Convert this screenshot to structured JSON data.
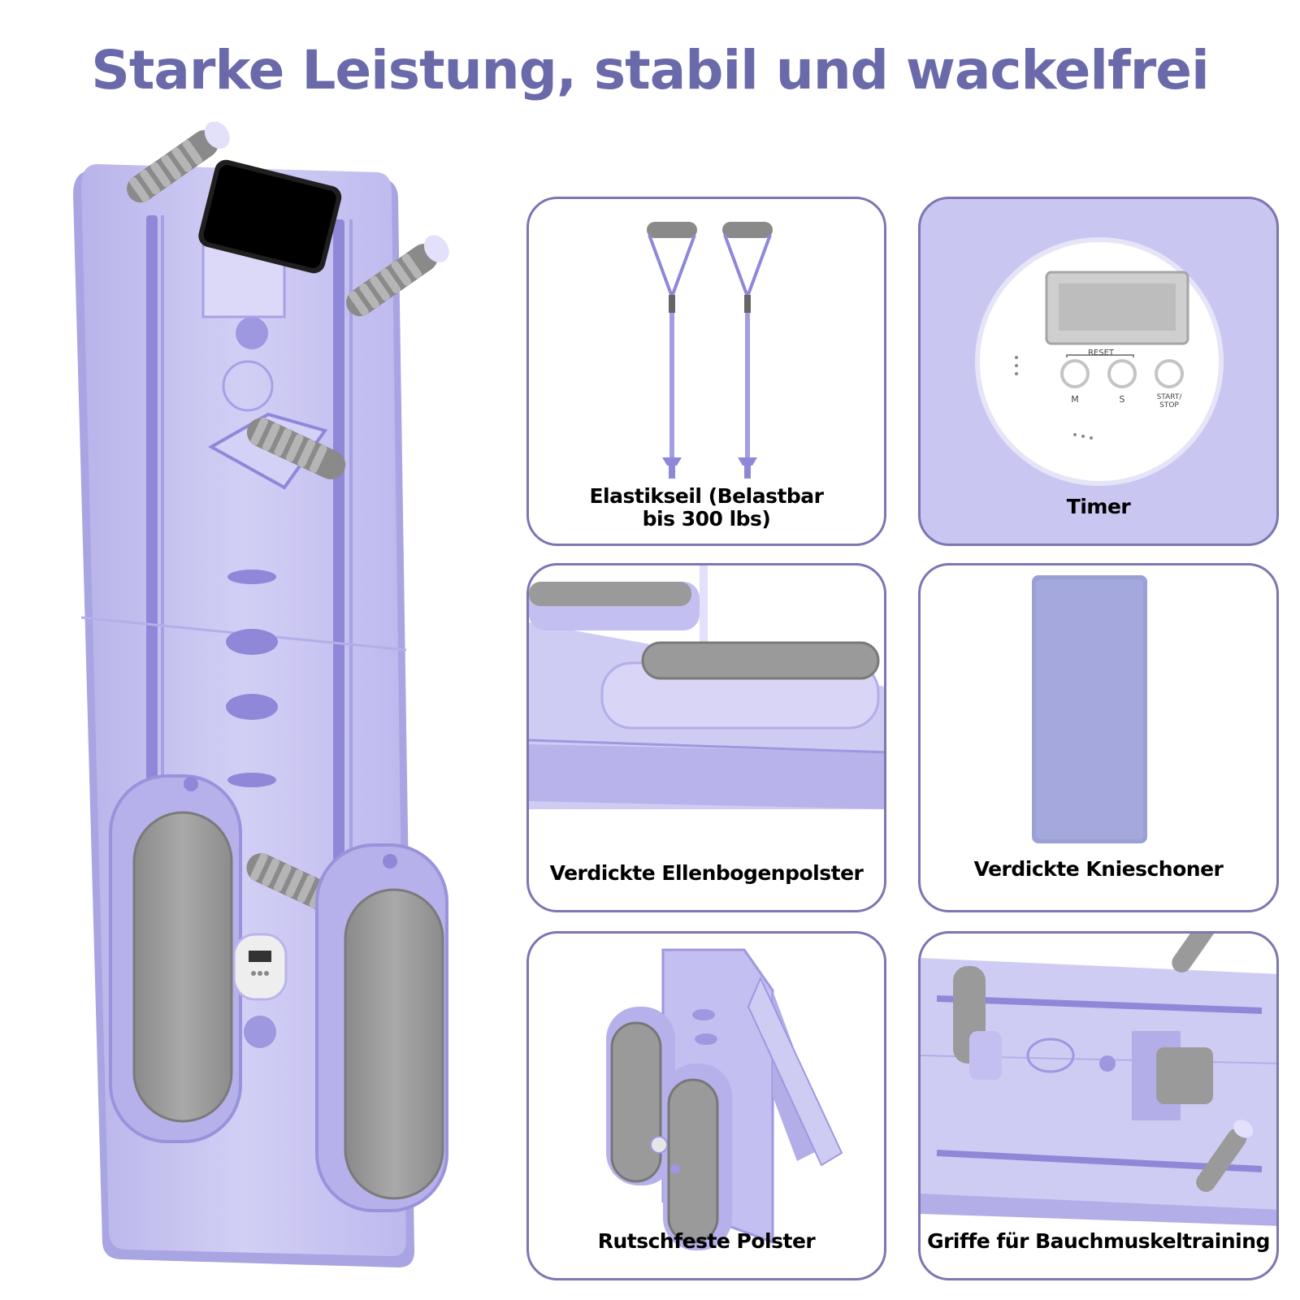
{
  "page": {
    "title": "Starke Leistung, stabil und wackelfrei"
  },
  "colors": {
    "accent": "#6a6aaa",
    "board": "#c9c6f1",
    "board_dark": "#8f88d9",
    "pad": "#9c9c9c",
    "frame": "#7c76b2"
  },
  "features": [
    {
      "label_line1": "Elastikseil (Belastbar",
      "label_line2": "bis 300 lbs)"
    },
    {
      "label_line1": "Timer"
    },
    {
      "label_line1": "Verdickte Ellenbogenpolster"
    },
    {
      "label_line1": "Verdickte Knieschoner"
    },
    {
      "label_line1": "Rutschfeste Polster"
    },
    {
      "label_line1": "Griffe für Bauchmuskeltraining"
    }
  ],
  "timer": {
    "reset": "RESET",
    "m": "M",
    "s": "S",
    "start_stop_line1": "START/",
    "start_stop_line2": "STOP"
  }
}
